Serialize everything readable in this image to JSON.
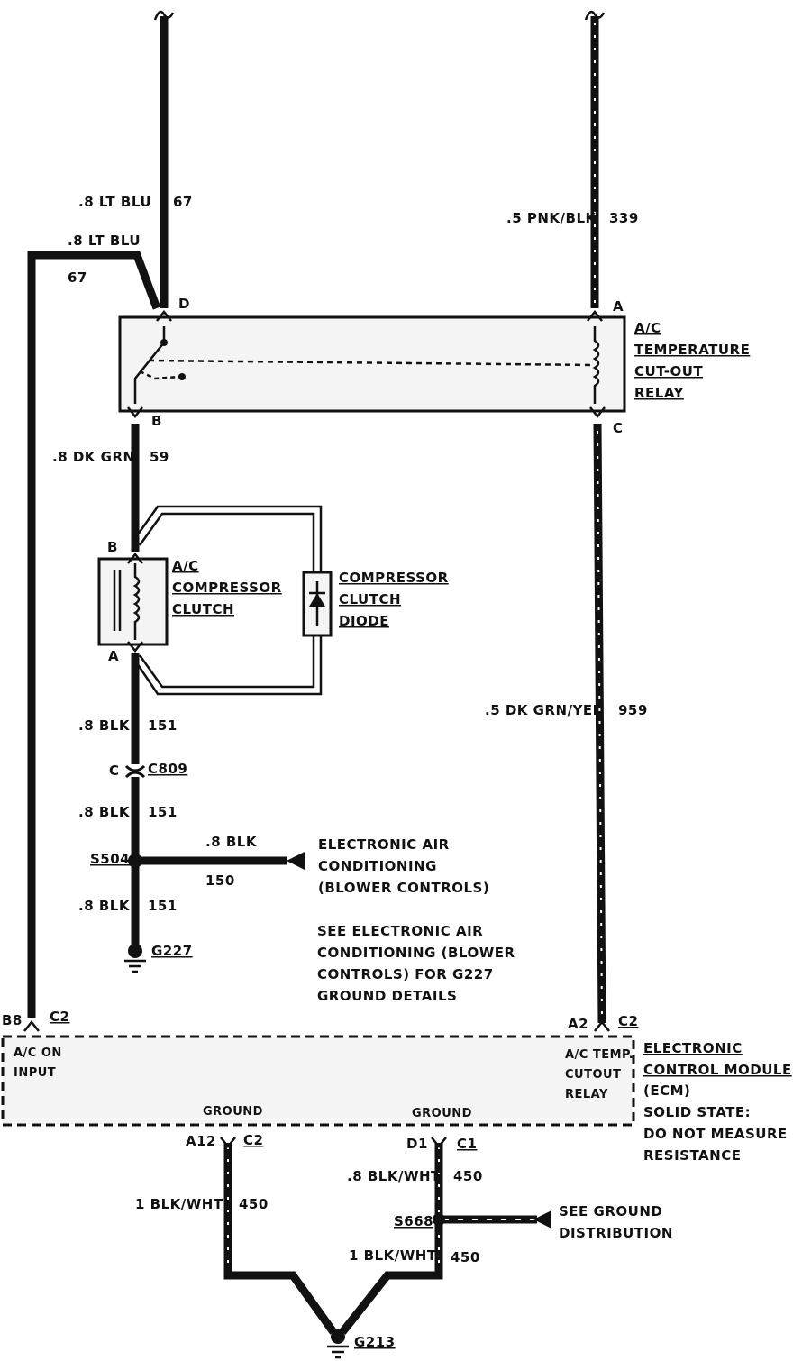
{
  "relay": {
    "title_lines": [
      "A/C",
      "TEMPERATURE",
      "CUT-OUT",
      "RELAY"
    ],
    "pins": {
      "d": "D",
      "b": "B",
      "a": "A",
      "c": "C"
    }
  },
  "wires": {
    "w67_top": {
      "gauge_color": ".8 LT BLU",
      "circuit": "67"
    },
    "w67_side": {
      "gauge_color": ".8 LT BLU",
      "circuit": "67"
    },
    "w339": {
      "gauge_color": ".5 PNK/BLK",
      "circuit": "339"
    },
    "w59": {
      "gauge_color": ".8 DK GRN",
      "circuit": "59"
    },
    "w959": {
      "gauge_color": ".5 DK GRN/YEL",
      "circuit": "959"
    },
    "w151_a": {
      "gauge_color": ".8 BLK",
      "circuit": "151"
    },
    "w151_b": {
      "gauge_color": ".8 BLK",
      "circuit": "151"
    },
    "w151_c": {
      "gauge_color": ".8 BLK",
      "circuit": "151"
    },
    "w150": {
      "gauge_color": ".8 BLK",
      "circuit": "150"
    },
    "w450_a12": {
      "gauge_color": "1 BLK/WHT",
      "circuit": "450"
    },
    "w450_d1": {
      "gauge_color": ".8 BLK/WHT",
      "circuit": "450"
    },
    "w450_s668": {
      "gauge_color": "1 BLK/WHT",
      "circuit": "450"
    }
  },
  "clutch": {
    "title_lines": [
      "A/C",
      "COMPRESSOR",
      "CLUTCH"
    ],
    "pins": {
      "b": "B",
      "a": "A"
    }
  },
  "diode": {
    "title_lines": [
      "COMPRESSOR",
      "CLUTCH",
      "DIODE"
    ]
  },
  "connector_c809": {
    "pin": "C",
    "name": "C809"
  },
  "splice_s504": "S504",
  "ground_g227": "G227",
  "blower_ref_lines": [
    "ELECTRONIC AIR",
    "CONDITIONING",
    "(BLOWER CONTROLS)"
  ],
  "g227_note_lines": [
    "SEE ELECTRONIC AIR",
    "CONDITIONING (BLOWER",
    "CONTROLS) FOR G227",
    "GROUND DETAILS"
  ],
  "ecm": {
    "title_lines": [
      "ELECTRONIC",
      "CONTROL MODULE"
    ],
    "sub_lines": [
      "(ECM)",
      "SOLID STATE:",
      "DO NOT MEASURE",
      "RESISTANCE"
    ],
    "pin_b8": "B8",
    "conn_b8": "C2",
    "pin_a2": "A2",
    "conn_a2": "C2",
    "pin_a12": "A12",
    "conn_a12": "C2",
    "pin_d1": "D1",
    "conn_d1": "C1",
    "ac_on_lines": [
      "A/C ON",
      "INPUT"
    ],
    "cutout_lines": [
      "A/C TEMP.",
      "CUTOUT",
      "RELAY"
    ],
    "ground_left": "GROUND",
    "ground_right": "GROUND"
  },
  "splice_s668": "S668",
  "ground_dist_lines": [
    "SEE GROUND",
    "DISTRIBUTION"
  ],
  "ground_g213": "G213"
}
